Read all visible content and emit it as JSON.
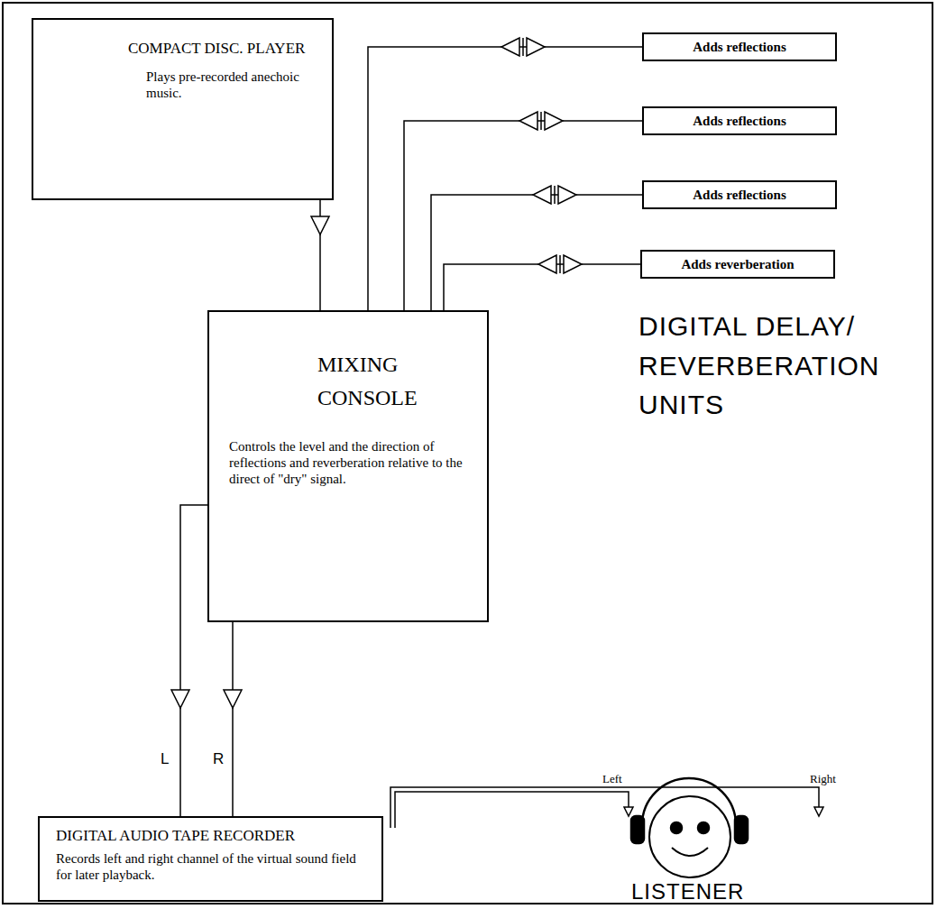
{
  "diagram": {
    "nodes": [
      {
        "text": [
          "COMPACT DISC. PLAYER",
          "Plays pre-recorded anechoic music."
        ]
      },
      {
        "text": [
          "Adds reflections"
        ]
      },
      {
        "text": [
          "Adds reflections"
        ]
      },
      {
        "text": [
          "Adds reflections"
        ]
      },
      {
        "text": [
          "Adds reverberation"
        ]
      },
      {
        "text": [
          "MIXING CONSOLE",
          "Controls the level and the direction of reflections and reverberation relative to the direct of \"dry\" signal."
        ]
      },
      {
        "text": [
          "DIGITAL AUDIO TAPE RECORDER",
          "Records left and right channel of the virtual sound field for later playback."
        ]
      }
    ],
    "edges": [
      {
        "from": 0,
        "to": 5,
        "arrow": "to"
      },
      {
        "from": 5,
        "to": 1,
        "arrow": "both"
      },
      {
        "from": 5,
        "to": 2,
        "arrow": "both"
      },
      {
        "from": 5,
        "to": 3,
        "arrow": "both"
      },
      {
        "from": 5,
        "to": 4,
        "arrow": "both"
      },
      {
        "from": 5,
        "to": 6,
        "label": "L",
        "arrow": "to"
      },
      {
        "from": 5,
        "to": 6,
        "label": "R",
        "arrow": "to"
      }
    ],
    "labels": [
      "DIGITAL DELAY/ REVERBERATION UNITS",
      "Left",
      "Right",
      "LISTENER"
    ]
  }
}
